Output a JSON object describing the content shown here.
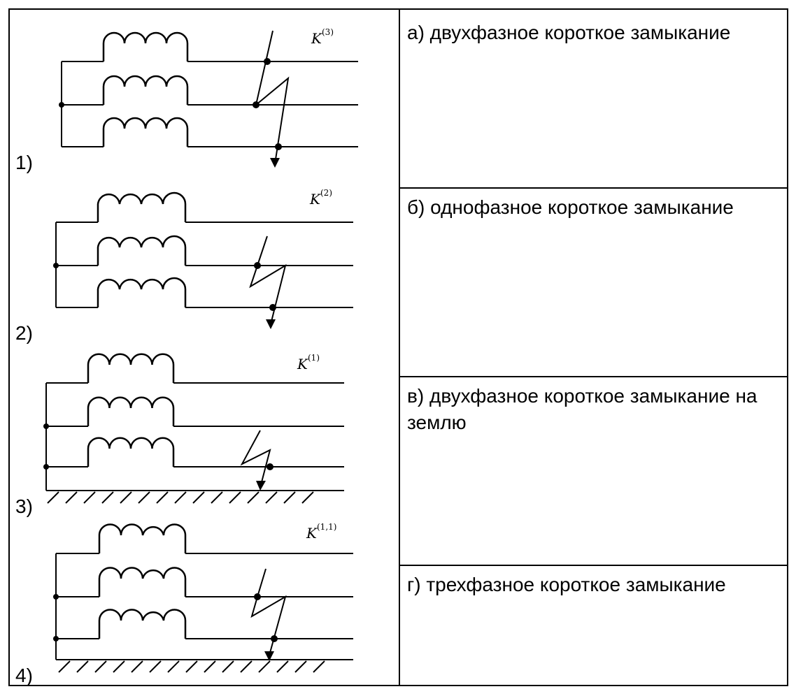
{
  "diagrams": [
    {
      "number": "1)",
      "k_label": "K",
      "k_sup": "(3)"
    },
    {
      "number": "2)",
      "k_label": "K",
      "k_sup": "(2)"
    },
    {
      "number": "3)",
      "k_label": "K",
      "k_sup": "(1)"
    },
    {
      "number": "4)",
      "k_label": "K",
      "k_sup": "(1,1)"
    }
  ],
  "options": [
    {
      "text": "а) двухфазное короткое замыкание"
    },
    {
      "text": "б) однофазное короткое замыкание"
    },
    {
      "text": "в) двухфазное короткое замыкание на землю"
    },
    {
      "text": "г) трехфазное короткое замыкание"
    }
  ]
}
